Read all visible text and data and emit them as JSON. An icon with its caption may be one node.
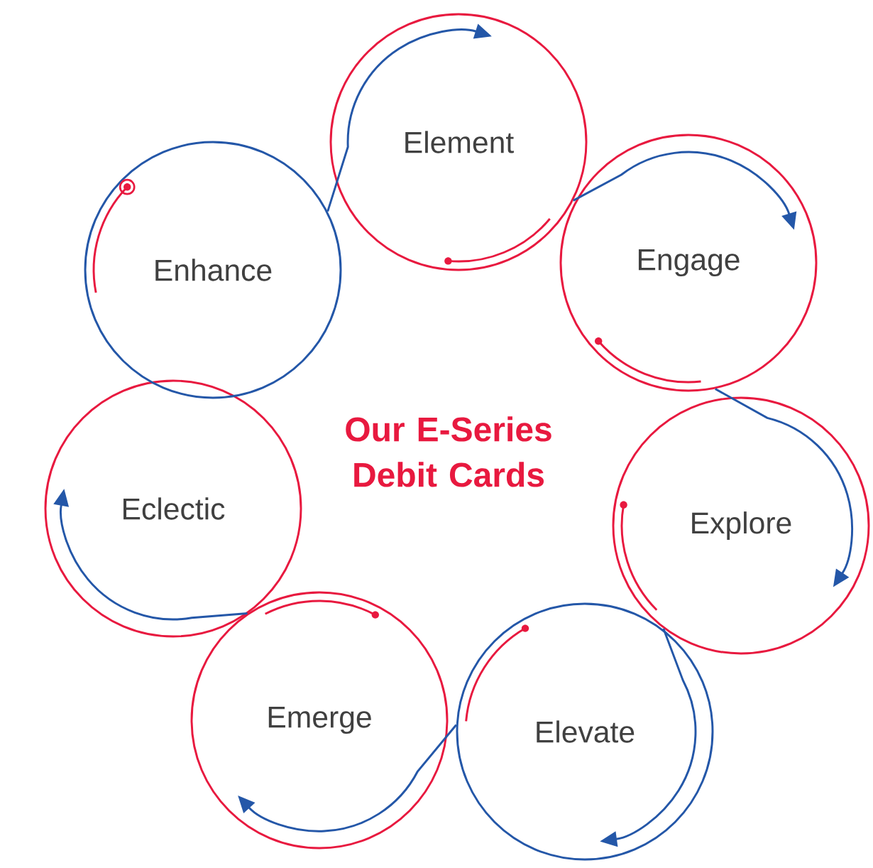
{
  "diagram": {
    "title": "Our E-Series Debit Cards",
    "nodes": [
      {
        "text": [
          "Element"
        ]
      },
      {
        "text": [
          "Engage"
        ]
      },
      {
        "text": [
          "Explore"
        ]
      },
      {
        "text": [
          "Elevate"
        ]
      },
      {
        "text": [
          "Emerge"
        ]
      },
      {
        "text": [
          "Eclectic"
        ]
      },
      {
        "text": [
          "Enhance"
        ]
      }
    ],
    "edges": [
      {
        "from": 6,
        "to": 0,
        "arrow": "to"
      },
      {
        "from": 0,
        "to": 1,
        "arrow": "to"
      },
      {
        "from": 1,
        "to": 2,
        "arrow": "to"
      },
      {
        "from": 2,
        "to": 3,
        "arrow": "to"
      },
      {
        "from": 3,
        "to": 4,
        "arrow": "to"
      },
      {
        "from": 4,
        "to": 5,
        "arrow": "to"
      }
    ]
  }
}
